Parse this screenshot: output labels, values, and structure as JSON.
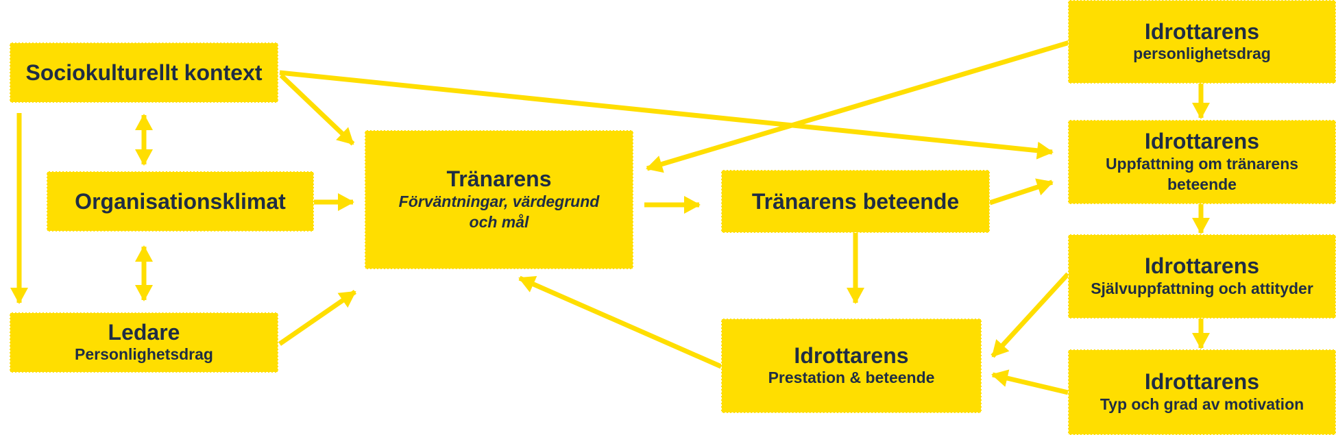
{
  "colors": {
    "box": "#FFDE00",
    "arrow": "#FFDE00",
    "text": "#1f2d44"
  },
  "boxes": {
    "sociokulturellt": {
      "title": "Sociokulturellt kontext"
    },
    "organisation": {
      "title": "Organisationsklimat"
    },
    "ledare": {
      "title": "Ledare",
      "subtitle": "Personlighetsdrag"
    },
    "tranarens": {
      "title": "Tränarens",
      "subtitle1": "Förväntningar, värdegrund",
      "subtitle2": "och mål"
    },
    "beteende": {
      "title": "Tränarens beteende"
    },
    "prestation": {
      "title": "Idrottarens",
      "subtitle": "Prestation & beteende"
    },
    "personlighet": {
      "title": "Idrottarens",
      "subtitle": "personlighetsdrag"
    },
    "uppfattning": {
      "title": "Idrottarens",
      "subtitle1": "Uppfattning om tränarens",
      "subtitle2": "beteende"
    },
    "sjalv": {
      "title": "Idrottarens",
      "subtitle": "Självuppfattning och attityder"
    },
    "motivation": {
      "title": "Idrottarens",
      "subtitle": "Typ och grad av motivation"
    }
  }
}
